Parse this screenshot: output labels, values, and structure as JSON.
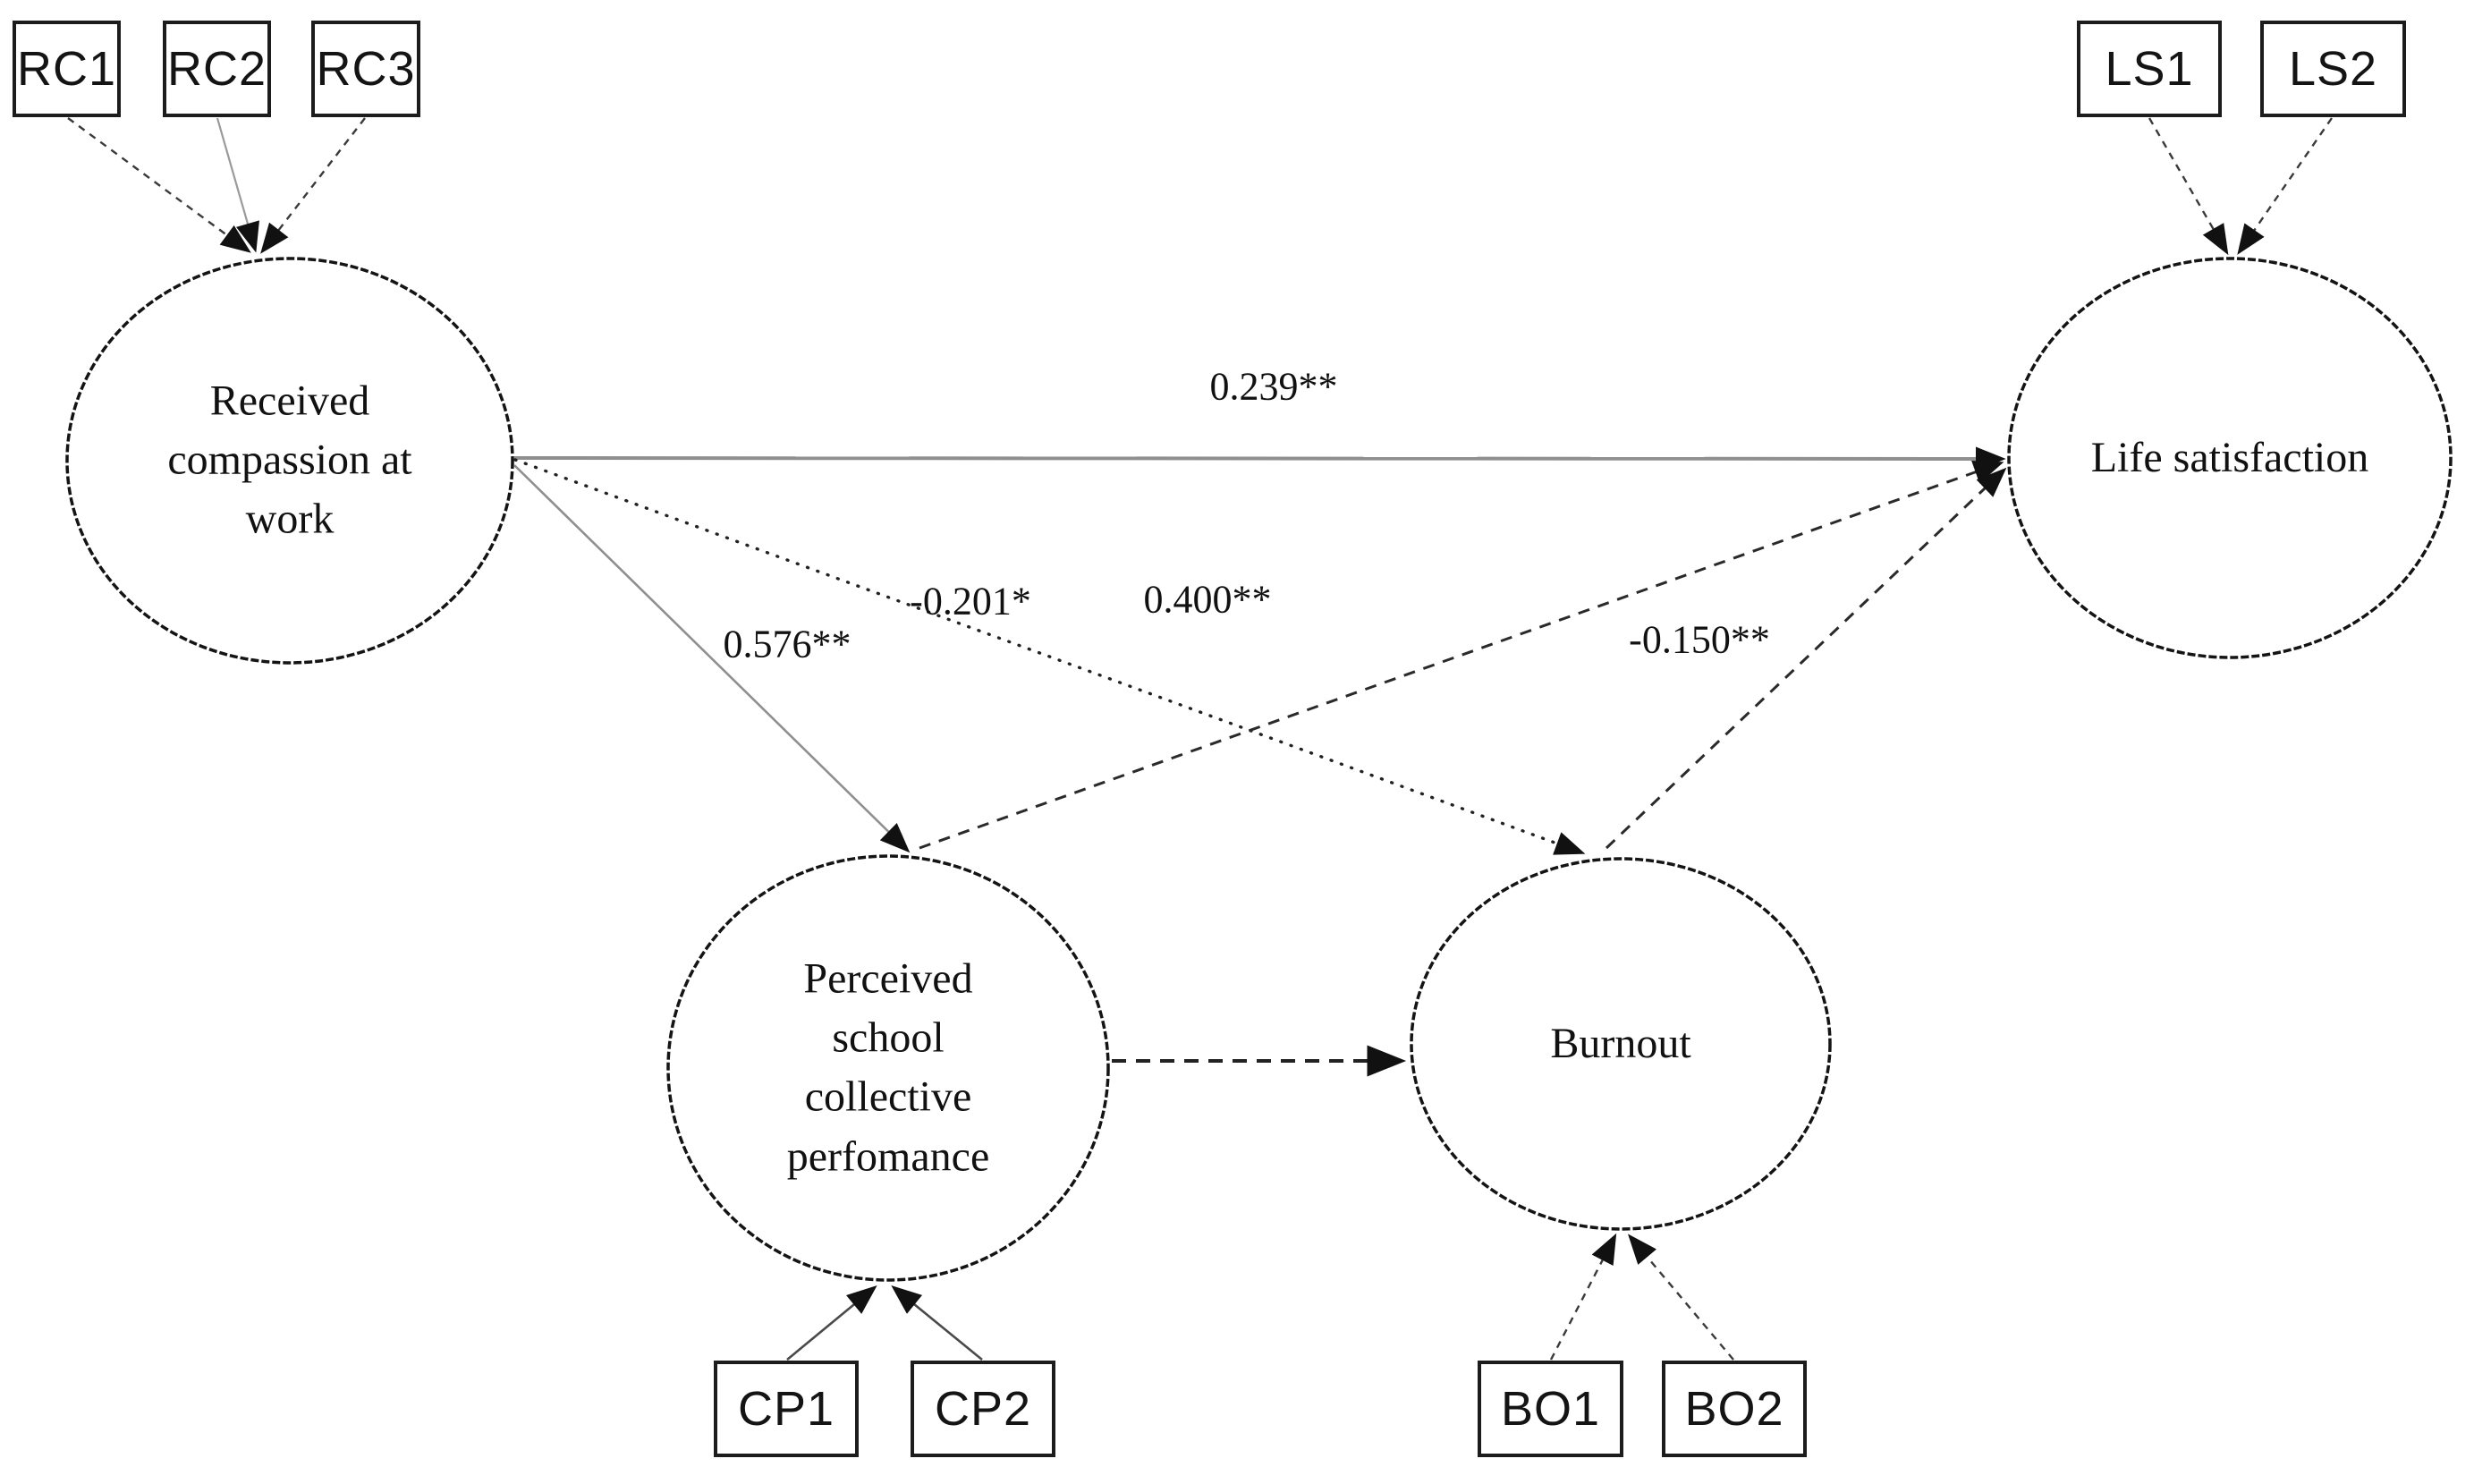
{
  "diagram_type": "structural-equation-model-path-diagram",
  "colors": {
    "background": "#ffffff",
    "shape_stroke": "#141414",
    "gray_path": "#8f8f8f",
    "dark_path": "#1f1f1f",
    "text": "#111111"
  },
  "latents": {
    "received_compassion": "Received compassion at work",
    "life_satisfaction": "Life satisfaction",
    "perceived_school": "Perceived school collective perfomance",
    "burnout": "Burnout"
  },
  "indicators": {
    "rc1": "RC1",
    "rc2": "RC2",
    "rc3": "RC3",
    "ls1": "LS1",
    "ls2": "LS2",
    "cp1": "CP1",
    "cp2": "CP2",
    "bo1": "BO1",
    "bo2": "BO2"
  },
  "path_coefficients": {
    "rc_to_ls": "0.239**",
    "rc_to_cp": "0.576**",
    "rc_to_bo": "-0.201*",
    "cp_to_ls": "0.400**",
    "bo_to_ls": "-0.150**"
  },
  "edges": [
    {
      "from": "received_compassion",
      "to": "life_satisfaction",
      "style": "solid",
      "label": "0.239**"
    },
    {
      "from": "received_compassion",
      "to": "perceived_school",
      "style": "solid",
      "label": "0.576**"
    },
    {
      "from": "received_compassion",
      "to": "burnout",
      "style": "dotted",
      "label": "-0.201*"
    },
    {
      "from": "perceived_school",
      "to": "life_satisfaction",
      "style": "dashed",
      "label": "0.400**"
    },
    {
      "from": "burnout",
      "to": "life_satisfaction",
      "style": "dashed",
      "label": "-0.150**"
    },
    {
      "from": "perceived_school",
      "to": "burnout",
      "style": "dashed",
      "label": ""
    }
  ]
}
